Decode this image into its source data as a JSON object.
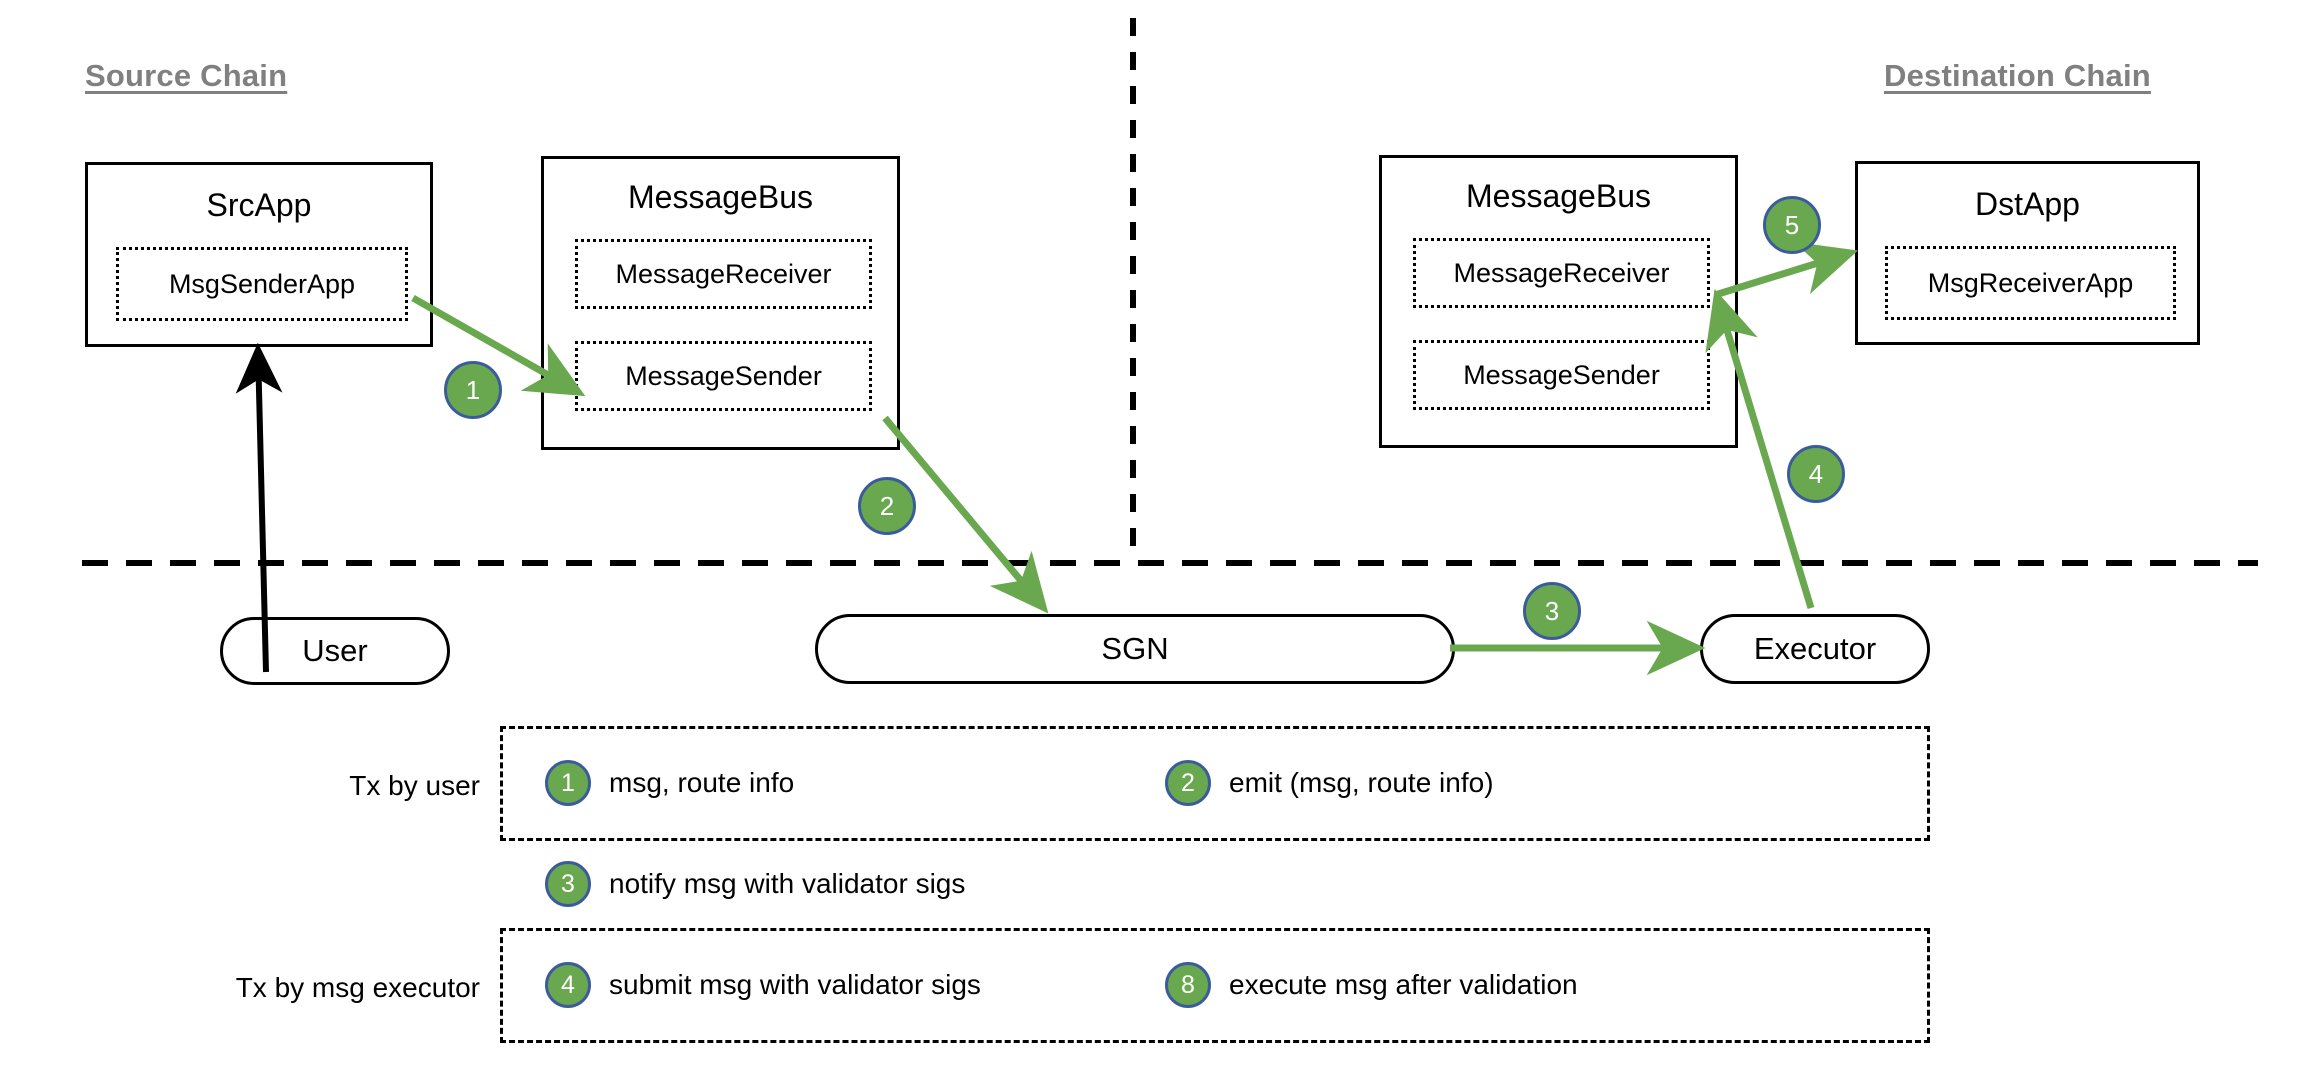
{
  "chains": {
    "source_label": "Source Chain",
    "destination_label": "Destination Chain"
  },
  "nodes": {
    "src_app": {
      "title": "SrcApp",
      "inner": [
        "MsgSenderApp"
      ]
    },
    "src_message_bus": {
      "title": "MessageBus",
      "inner": [
        "MessageReceiver",
        "MessageSender"
      ]
    },
    "dst_message_bus": {
      "title": "MessageBus",
      "inner": [
        "MessageReceiver",
        "MessageSender"
      ]
    },
    "dst_app": {
      "title": "DstApp",
      "inner": [
        "MsgReceiverApp"
      ]
    },
    "user": {
      "label": "User"
    },
    "sgn": {
      "label": "SGN"
    },
    "executor": {
      "label": "Executor"
    }
  },
  "flow_badges": [
    {
      "id": "badge-1",
      "number": "1"
    },
    {
      "id": "badge-2",
      "number": "2"
    },
    {
      "id": "badge-3",
      "number": "3"
    },
    {
      "id": "badge-4",
      "number": "4"
    },
    {
      "id": "badge-5",
      "number": "5"
    }
  ],
  "legend": {
    "row1_label": "Tx by user",
    "row2_label": "Tx by msg executor",
    "items": [
      {
        "number": "1",
        "text": "msg, route info"
      },
      {
        "number": "2",
        "text": "emit (msg, route info)"
      },
      {
        "number": "3",
        "text": "notify msg with validator sigs"
      },
      {
        "number": "4",
        "text": "submit msg with validator sigs"
      },
      {
        "number": "8",
        "text": "execute msg after validation"
      }
    ]
  },
  "colors": {
    "arrow_green": "#6aa84f",
    "badge_fill": "#6aa84f",
    "badge_border": "#3b5c9b",
    "title_gray": "#808080",
    "stroke_black": "#000000"
  }
}
